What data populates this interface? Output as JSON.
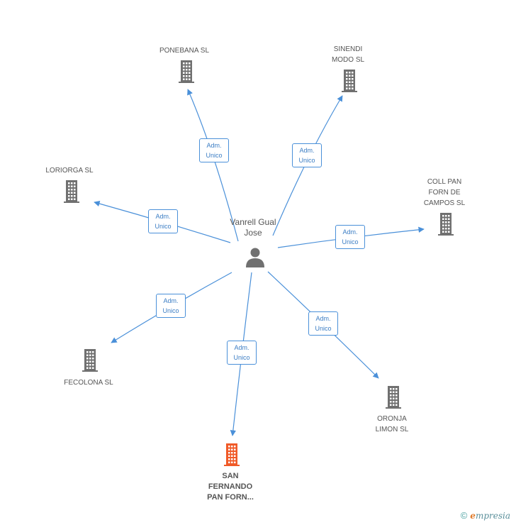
{
  "person": {
    "name": "Vanrell Gual\nJose"
  },
  "companies": [
    {
      "id": "ponebana",
      "name": "PONEBANA SL",
      "focus": false
    },
    {
      "id": "sinendi",
      "name": "SINENDI\nMODO  SL",
      "focus": false
    },
    {
      "id": "loriorga",
      "name": "LORIORGA SL",
      "focus": false
    },
    {
      "id": "coll",
      "name": "COLL PAN\nFORN DE\nCAMPOS SL",
      "focus": false
    },
    {
      "id": "fecolona",
      "name": "FECOLONA SL",
      "focus": false
    },
    {
      "id": "oronja",
      "name": "ORONJA\nLIMON  SL",
      "focus": false
    },
    {
      "id": "sanfernando",
      "name": "SAN\nFERNANDO\nPAN FORN...",
      "focus": true
    }
  ],
  "relations": [
    {
      "to": "ponebana",
      "label": "Adm.\nUnico"
    },
    {
      "to": "sinendi",
      "label": "Adm.\nUnico"
    },
    {
      "to": "loriorga",
      "label": "Adm.\nUnico"
    },
    {
      "to": "coll",
      "label": "Adm.\nUnico"
    },
    {
      "to": "fecolona",
      "label": "Adm.\nUnico"
    },
    {
      "to": "oronja",
      "label": "Adm.\nUnico"
    },
    {
      "to": "sanfernando",
      "label": "Adm.\nUnico"
    }
  ],
  "colors": {
    "edge": "#4a90d9",
    "building": "#707070",
    "building_focus": "#f05a28",
    "person": "#707070"
  },
  "footer": {
    "copyright": "©",
    "brand_initial": "e",
    "brand_rest": "mpresia"
  }
}
